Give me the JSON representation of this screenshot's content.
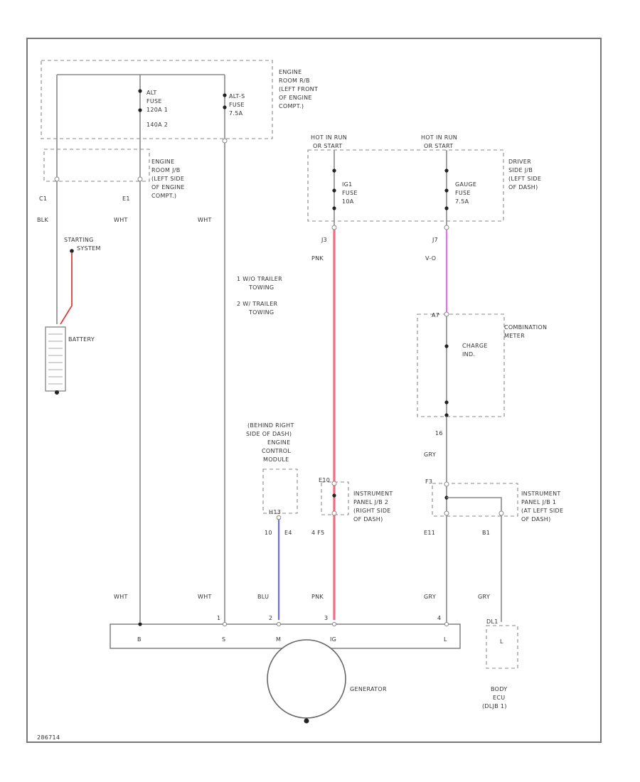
{
  "colors": {
    "pink_wire": "#f06b84",
    "violet_wire": "#e373e8",
    "blue_wire": "#6d6ded",
    "red_wire": "#d9433a",
    "line": "#888888"
  },
  "engine_relay_box": {
    "label": [
      "ENGINE",
      "ROOM R/B",
      "(LEFT FRONT",
      "OF ENGINE",
      "COMPT.)"
    ],
    "alt_fuse": [
      "ALT",
      "FUSE",
      "120A 1",
      "140A 2"
    ],
    "alts_fuse": [
      "ALT-S",
      "FUSE",
      "7.5A"
    ]
  },
  "engine_room_jb": {
    "label": [
      "ENGINE",
      "ROOM J/B",
      "(LEFT SIDE",
      "OF ENGINE",
      "COMPT.)"
    ],
    "pin_c1": "C1",
    "pin_e1": "E1"
  },
  "wire_labels": {
    "blk": "BLK",
    "wht_1": "WHT",
    "wht_2": "WHT",
    "wht_3": "WHT",
    "wht_4": "WHT",
    "pnk_1": "PNK",
    "pnk_2": "PNK",
    "vio": "V-O",
    "gry_1": "GRY",
    "gry_2": "GRY",
    "gry_3": "GRY",
    "blu": "BLU"
  },
  "starting_system": {
    "label": [
      "STARTING",
      "SYSTEM"
    ],
    "battery_label": "BATTERY"
  },
  "legend": {
    "items": [
      "1  W/O TRAILER",
      "TOWING",
      "2  W/ TRAILER",
      "TOWING"
    ]
  },
  "hot_in_run_left": {
    "label": [
      "HOT IN RUN",
      "OR START"
    ],
    "fuse": [
      "IG1",
      "FUSE",
      "10A"
    ],
    "pin": "J3"
  },
  "hot_in_run_right": {
    "label": [
      "HOT IN RUN",
      "OR START"
    ],
    "fuse": [
      "GAUGE",
      "FUSE",
      "7.5A"
    ],
    "pin": "J7"
  },
  "driver_side_jb": {
    "label": [
      "DRIVER",
      "SIDE J/B",
      "(LEFT SIDE",
      "OF DASH)"
    ]
  },
  "combination_meter": {
    "label": [
      "COMBINATION",
      "METER"
    ],
    "inner": [
      "CHARGE",
      "IND."
    ],
    "pin_top": "A7",
    "pin_bottom": "16"
  },
  "ecm": {
    "label": [
      "(BEHIND RIGHT",
      "SIDE OF DASH)",
      "ENGINE",
      "CONTROL",
      "MODULE"
    ],
    "pin_box": "H13",
    "pin_10": "10",
    "pin_e4": "E4"
  },
  "instrument_jb2": {
    "label": [
      "INSTRUMENT",
      "PANEL J/B 2",
      "(RIGHT SIDE",
      "OF DASH)"
    ],
    "pin_top": "E10",
    "pin_bottom": "4 F5"
  },
  "instrument_jb1": {
    "label": [
      "INSTRUMENT",
      "PANEL J/B 1",
      "(AT LEFT SIDE",
      "OF DASH)"
    ],
    "pin_top": "F3",
    "pin_e11": "E11",
    "pin_b1": "B1"
  },
  "generator": {
    "label": "GENERATOR",
    "terminals": [
      "B",
      "S",
      "M",
      "IG",
      "L"
    ],
    "pins": [
      "1",
      "2",
      "3",
      "4"
    ]
  },
  "body_ecu": {
    "label": [
      "BODY",
      "ECU",
      "(DLJB 1)"
    ],
    "inner": "L",
    "pin": "DL1"
  },
  "footer_code": "286714"
}
